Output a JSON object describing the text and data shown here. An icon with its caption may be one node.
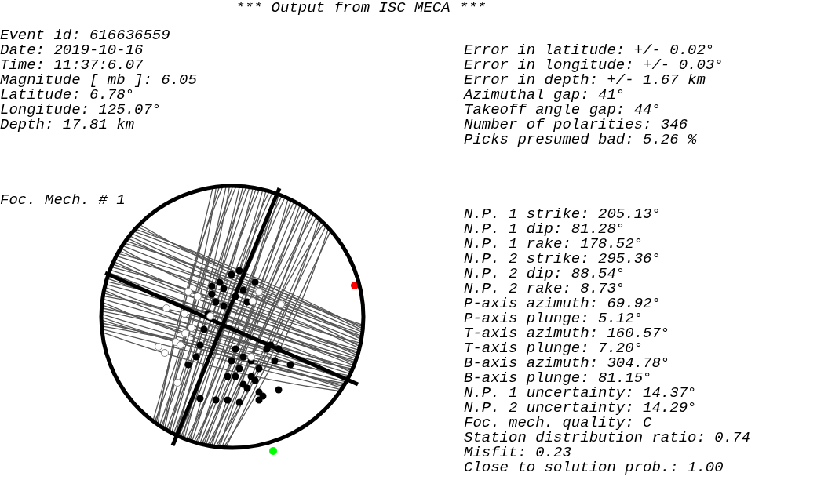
{
  "diagram": {
    "title": "*** Output from ISC_MECA ***",
    "labels": [
      "Event id: 616636559",
      "Date: 2019-10-16",
      "Time: 11:37:6.07",
      "Magnitude [ mb ]: 6.05",
      "Latitude: 6.78°",
      "Longitude: 125.07°",
      "Depth: 17.81 km",
      "Error in latitude: +/- 0.02°",
      "Error in longitude: +/- 0.03°",
      "Error in depth: +/- 1.67 km",
      "Azimuthal gap: 41°",
      "Takeoff angle gap: 44°",
      "Number of polarities: 346",
      "Picks presumed bad: 5.26 %",
      "Foc. Mech. # 1",
      "N.P. 1 strike: 205.13°",
      "N.P. 1 dip: 81.28°",
      "N.P. 1 rake: 178.52°",
      "N.P. 2 strike: 295.36°",
      "N.P. 2 dip: 88.54°",
      "N.P. 2 rake: 8.73°",
      "P-axis azimuth: 69.92°",
      "P-axis plunge: 5.12°",
      "T-axis azimuth: 160.57°",
      "T-axis plunge: 7.20°",
      "B-axis azimuth: 304.78°",
      "B-axis plunge: 81.15°",
      "N.P. 1 uncertainty: 14.37°",
      "N.P. 2 uncertainty: 14.29°",
      "Foc. mech. quality: C",
      "Station distribution ratio: 0.74",
      "Misfit: 0.23",
      "Close to solution prob.: 1.00"
    ]
  }
}
